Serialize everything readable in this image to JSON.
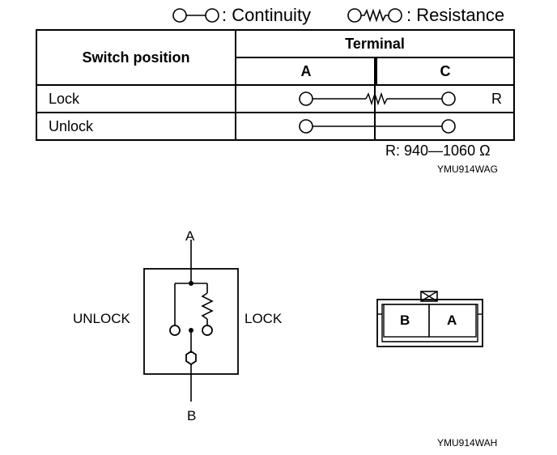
{
  "legend": {
    "continuity": ": Continuity",
    "resistance": ": Resistance"
  },
  "table": {
    "switch_header": "Switch position",
    "terminal_header": "Terminal",
    "terminals": [
      "A",
      "C"
    ],
    "rows": [
      {
        "position": "Lock",
        "note": "R"
      },
      {
        "position": "Unlock",
        "note": ""
      }
    ]
  },
  "resistance_value": "R: 940—1060 Ω",
  "figure_codes": {
    "top": "YMU914WAG",
    "bottom": "YMU914WAH"
  },
  "switch_diagram": {
    "terminal_top": "A",
    "terminal_bottom": "B",
    "left_label": "UNLOCK",
    "right_label": "LOCK"
  },
  "connector": {
    "pins": [
      "B",
      "A"
    ]
  }
}
